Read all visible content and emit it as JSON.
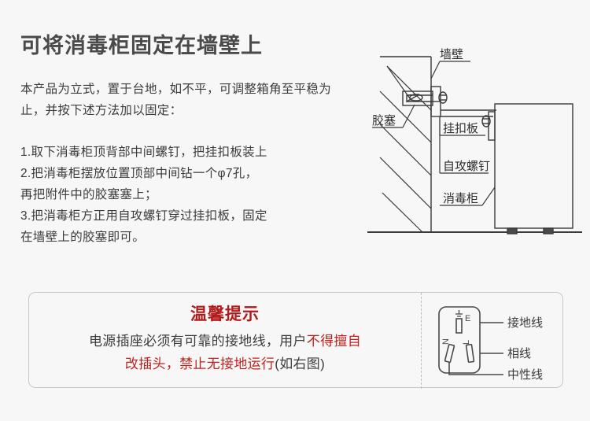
{
  "page": {
    "title": "可将消毒柜固定在墙壁上",
    "intro": "本产品为立式，置于台地，如不平，可调整箱角至平稳为止，并按下述方法加以固定："
  },
  "steps": [
    "1.取下消毒柜顶背部中间螺钉，把挂扣板装上",
    "2.把消毒柜摆放位置顶部中间钻一个φ7孔，",
    "再把附件中的胶塞塞上；",
    "3.把消毒柜方正用自攻螺钉穿过挂扣板，固定",
    "在墙壁上的胶塞即可。"
  ],
  "diagram": {
    "labels": {
      "wall": "墙壁",
      "rubber_plug": "胶塞",
      "hanging_plate": "挂扣板",
      "self_tapping_screw": "自攻螺钉",
      "cabinet": "消毒柜"
    }
  },
  "warning": {
    "heading": "温馨提示",
    "line1_gray": "电源插座必须有可靠的接地线，用户",
    "line1_red": "不得擅自",
    "line2_red": "改插头，禁止无接地运行",
    "line2_gray": "(如右图)"
  },
  "socket": {
    "pins": {
      "earth": "E",
      "neutral": "N",
      "live": "L"
    },
    "labels": {
      "ground_wire": "接地线",
      "live_wire": "相线",
      "neutral_wire": "中性线"
    }
  },
  "colors": {
    "background": "#f7f7f7",
    "title": "#4a4a4a",
    "body_text": "#3c3c3c",
    "warning_heading": "#b11a1a",
    "warning_red": "#c0231f",
    "diagram_line": "#3a3a3a",
    "box_border": "#c8c8c8"
  }
}
